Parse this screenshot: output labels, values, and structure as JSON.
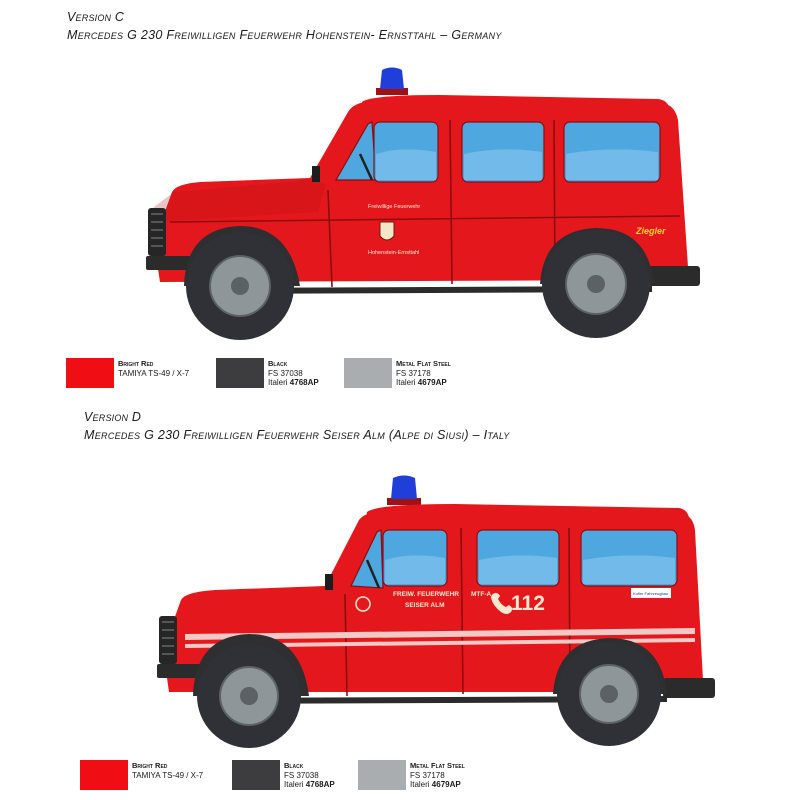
{
  "versions": [
    {
      "label": "Version C",
      "title": "Mercedes G 230 Freiwilligen Feuerwehr Hohenstein- Ernsttahl – Germany",
      "door_text_line1": "Freiwillige Feuerwehr",
      "door_text_line2": "Hohenstein-Ernsttahl",
      "rear_text": "Ziegler"
    },
    {
      "label": "Version D",
      "title": "Mercedes G 230 Freiwilligen Feuerwehr Seiser Alm (Alpe di Siusi) – Italy",
      "door_text_line1": "FREIW. FEUERWEHR",
      "door_text_line2": "SEISER ALM",
      "mta_text": "MTF-A",
      "number_text": "112",
      "rear_logo_text": "Kofler Fahrzeugbau"
    }
  ],
  "paints": [
    {
      "name": "Bright Red",
      "line2": "TAMIYA TS-49 / X-7",
      "line3_prefix": "",
      "line3_code": "",
      "color": "#f00d14"
    },
    {
      "name": "Black",
      "line2": "FS 37038",
      "line3_prefix": "Italeri ",
      "line3_code": "4768AP",
      "color": "#3d3d3f"
    },
    {
      "name": "Metal Flat Steel",
      "line2": "FS 37178",
      "line3_prefix": "Italeri ",
      "line3_code": "4679AP",
      "color": "#a9adb0"
    }
  ],
  "colors": {
    "body_red": "#e4181c",
    "body_red_dark": "#b50f13",
    "window_blue": "#4fa7e0",
    "window_blue_light": "#8fcaf0",
    "beacon_blue": "#1f3fd8",
    "tyre": "#2f3136",
    "hub": "#8f9699",
    "stripe": "#f2c9c4"
  }
}
